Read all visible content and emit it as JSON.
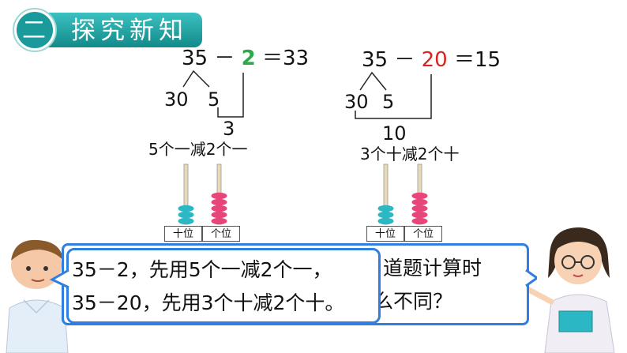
{
  "header": {
    "number": "二",
    "title": "探究新知"
  },
  "left_example": {
    "equation_left": "35",
    "operator": "－",
    "subtrahend": "2",
    "equals": "＝",
    "result": "33",
    "split_tens": "30",
    "split_ones": "5",
    "partial_result": "3",
    "caption": "5个一减2个一",
    "abacus": {
      "label_tens": "十位",
      "label_ones": "个位",
      "tens_beads": 3,
      "ones_beads": 5
    }
  },
  "right_example": {
    "equation_left": "35",
    "operator": "－",
    "subtrahend": "20",
    "equals": "＝",
    "result": "15",
    "split_tens": "30",
    "split_ones": "5",
    "partial_result": "10",
    "caption": "3个十减2个十",
    "abacus": {
      "label_tens": "十位",
      "label_ones": "个位",
      "tens_beads": 3,
      "ones_beads": 5
    }
  },
  "bubble_front": {
    "line1": "35－2，先用5个一减2个一，",
    "line2": "35－20，先用3个十减2个十。"
  },
  "bubble_back": {
    "line1": "道题计算时",
    "line2": "么不同？"
  },
  "colors": {
    "header_green": "#1a9a9a",
    "header_dark": "#0f6f6f",
    "bubble_border": "#2f7ee0",
    "highlight_green": "#2ea84a",
    "highlight_red": "#d8231f",
    "bead_teal": "#2bb8c4",
    "bead_pink": "#e8467a"
  }
}
